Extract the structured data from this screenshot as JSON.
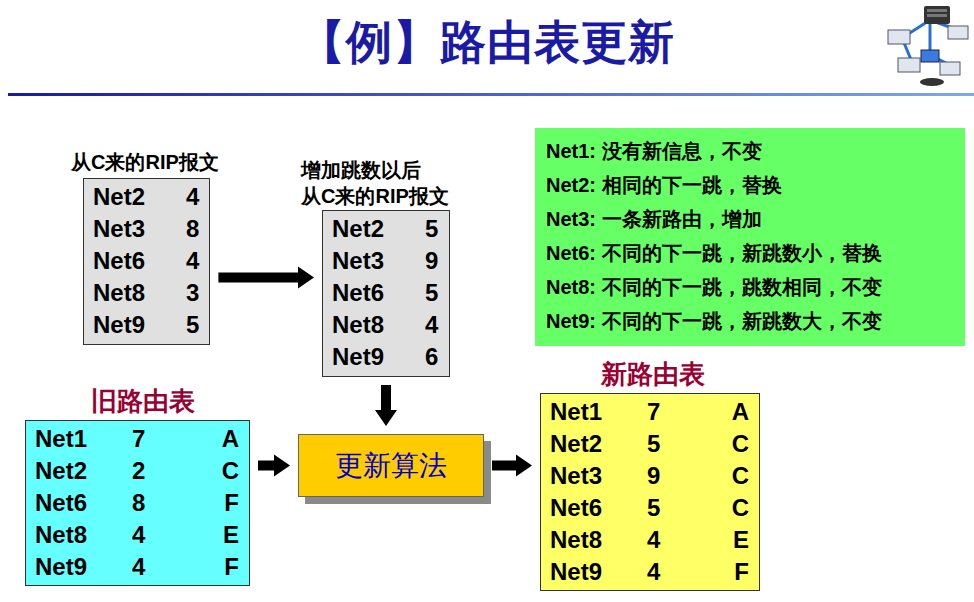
{
  "diagram": {
    "title": "【例】路由表更新",
    "nodes": [
      {
        "text": [
          "从C来的RIP报文",
          "Net2",
          "4",
          "Net3",
          "8",
          "Net6",
          "4",
          "Net8",
          "3",
          "Net9",
          "5"
        ]
      },
      {
        "text": [
          "增加跳数以后 从C来的RIP报文",
          "Net2",
          "5",
          "Net3",
          "9",
          "Net6",
          "5",
          "Net8",
          "4",
          "Net9",
          "6"
        ]
      },
      {
        "text": [
          "Net1: 没有新信息，不变",
          "Net2: 相同的下一跳，替换",
          "Net3: 一条新路由，增加",
          "Net6: 不同的下一跳，新跳数小，替换",
          "Net8: 不同的下一跳，跳数相同，不变",
          "Net9: 不同的下一跳，新跳数大，不变"
        ]
      },
      {
        "text": [
          "旧路由表",
          "Net1",
          "7",
          "A",
          "Net2",
          "2",
          "C",
          "Net6",
          "8",
          "F",
          "Net8",
          "4",
          "E",
          "Net9",
          "4",
          "F"
        ]
      },
      {
        "text": [
          "更新算法"
        ]
      },
      {
        "text": [
          "新路由表",
          "Net1",
          "7",
          "A",
          "Net2",
          "5",
          "C",
          "Net3",
          "9",
          "C",
          "Net6",
          "5",
          "C",
          "Net8",
          "4",
          "E",
          "Net9",
          "4",
          "F"
        ]
      }
    ],
    "edges": [
      {
        "from": 0,
        "to": 1,
        "arrow": "to"
      },
      {
        "from": 1,
        "to": 4,
        "arrow": "to"
      },
      {
        "from": 3,
        "to": 4,
        "arrow": "to"
      },
      {
        "from": 4,
        "to": 5,
        "arrow": "to"
      }
    ]
  }
}
